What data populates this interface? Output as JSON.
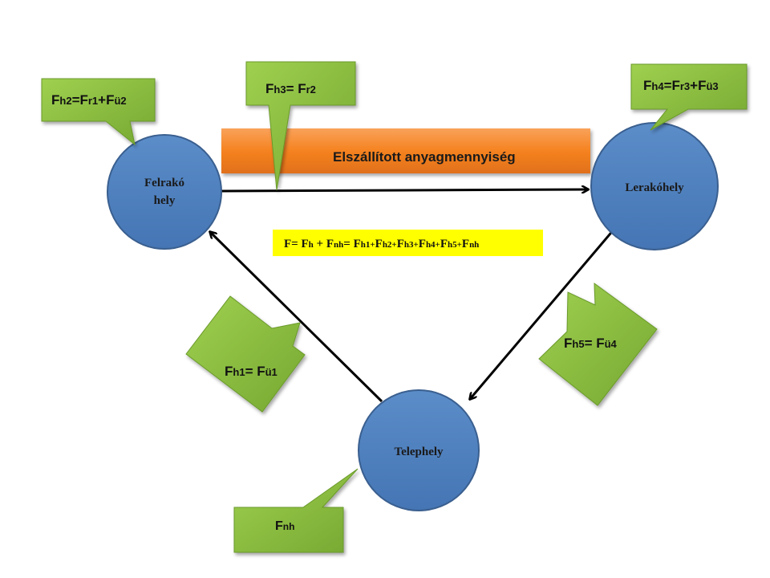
{
  "colors": {
    "node_fill": "#4f81bd",
    "node_stroke": "#385d8a",
    "callout_fill": "#8cc13f",
    "callout_stroke": "#5f8a22",
    "banner_fill": "#f79646",
    "formula_fill": "#ffff00",
    "arrow": "#000000"
  },
  "nodes": {
    "loading": {
      "line1": "Felrakó",
      "line2": "hely"
    },
    "unloading": {
      "label": "Lerakóhely"
    },
    "depot": {
      "label": "Telephely"
    }
  },
  "banner": {
    "label": "Elszállított anyagmennyiség"
  },
  "formula": {
    "main": "F",
    "eq1": "= ",
    "fh_f": "F",
    "fh_sub": "h",
    "plus1": " + ",
    "fnh_f": "F",
    "fnh_sub": "nh",
    "eq2": "= ",
    "t1_f": "F",
    "t1_sub": "h1+",
    "t2_f": "F",
    "t2_sub": "h2+",
    "t3_f": "F",
    "t3_sub": "h3+",
    "t4_f": "F",
    "t4_sub": "h4+",
    "t5_f": "F",
    "t5_sub": "h5+",
    "t6_f": "F",
    "t6_sub": "nh"
  },
  "callouts": {
    "fh2": {
      "a": "F",
      "b": "h2",
      "c": "=F",
      "d": "r1",
      "e": "+F",
      "f": "ü2"
    },
    "fh3": {
      "a": "F",
      "b": "h3",
      "c": "= F",
      "d": "r2"
    },
    "fh4": {
      "a": "F",
      "b": "h4",
      "c": "=F",
      "d": "r3",
      "e": "+F",
      "f": "ü3"
    },
    "fh1": {
      "a": "F",
      "b": "h1",
      "c": "= F",
      "d": "ü1"
    },
    "fh5": {
      "a": "F",
      "b": "h5",
      "c": "= F",
      "d": "ü4"
    },
    "fnh": {
      "a": "F",
      "b": "nh"
    }
  }
}
